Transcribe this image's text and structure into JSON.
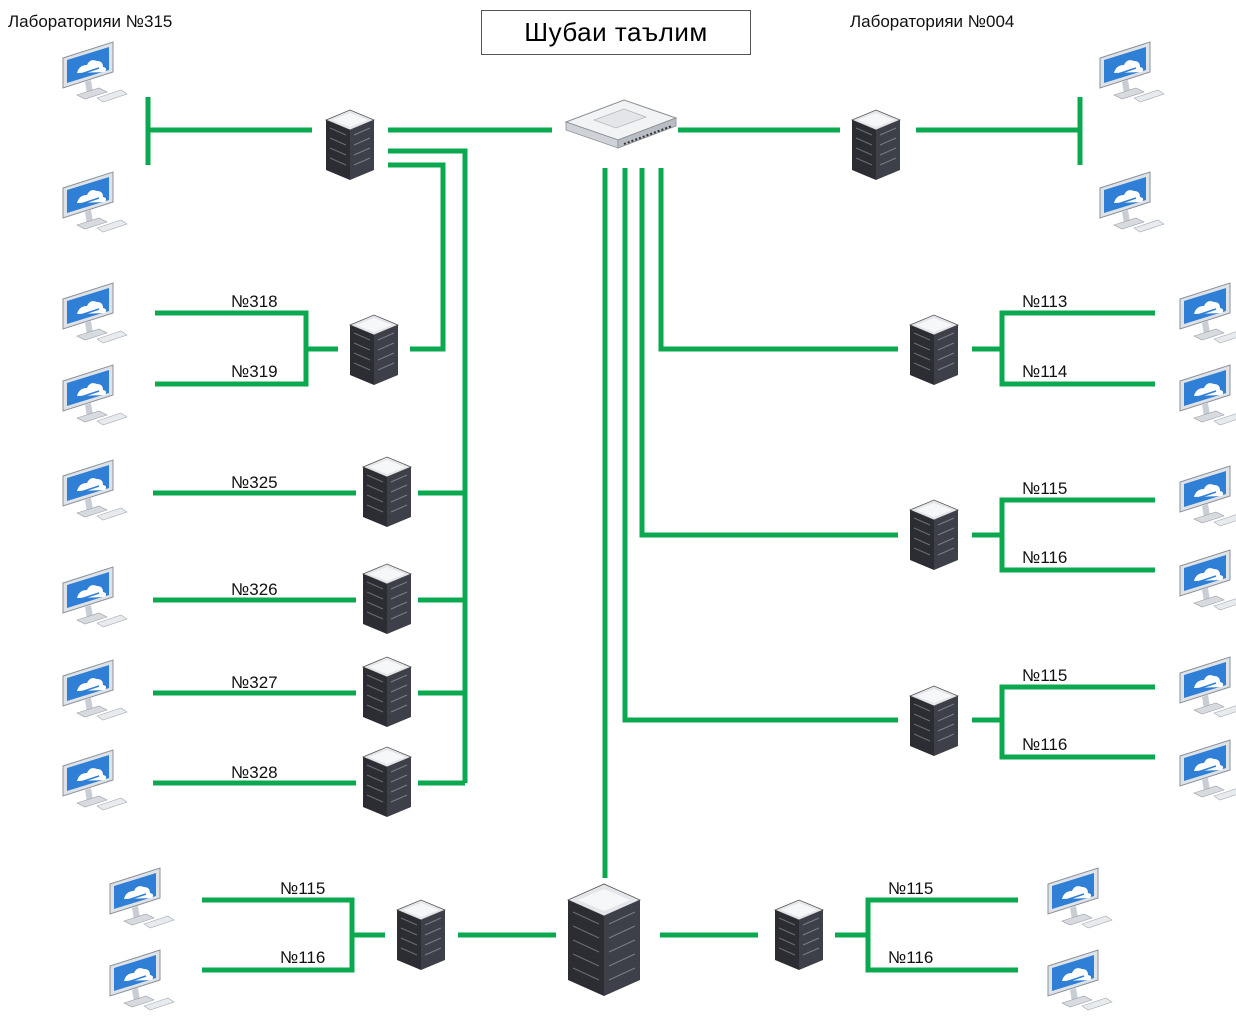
{
  "title": "Шубаи таълим",
  "labs": {
    "left": "Лабораторияи №315",
    "right": "Лабораторияи №004"
  },
  "rooms": {
    "r318": "№318",
    "r319": "№319",
    "r325": "№325",
    "r326": "№326",
    "r327": "№327",
    "r328": "№328",
    "r113": "№113",
    "r114": "№114",
    "r115a": "№115",
    "r116a": "№116",
    "r115b": "№115",
    "r116b": "№116",
    "r115c": "№115",
    "r116c": "№116",
    "r115d": "№115",
    "r116d": "№116"
  },
  "colors": {
    "link": "#0aa84f",
    "server_body": "#2b2d33",
    "monitor_screen": "#2f7fd6"
  },
  "icons": {
    "computer": "monitor-icon",
    "server": "server-icon",
    "switch": "switch-icon"
  }
}
